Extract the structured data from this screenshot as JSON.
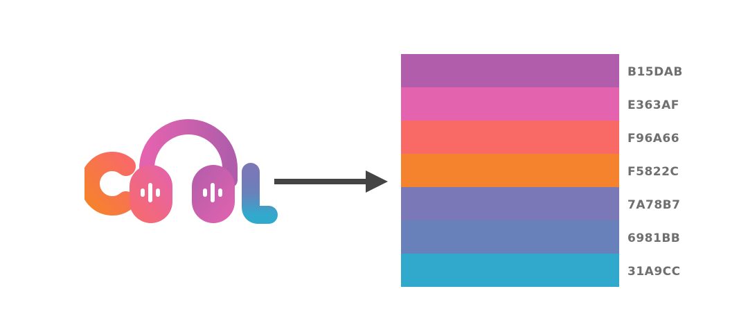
{
  "palette": {
    "swatches": [
      {
        "hex": "B15DAB",
        "color": "#B15DAB"
      },
      {
        "hex": "E363AF",
        "color": "#E363AF"
      },
      {
        "hex": "F96A66",
        "color": "#F96A66"
      },
      {
        "hex": "F5822C",
        "color": "#F5822C"
      },
      {
        "hex": "7A78B7",
        "color": "#7A78B7"
      },
      {
        "hex": "6981BB",
        "color": "#6981BB"
      },
      {
        "hex": "31A9CC",
        "color": "#31A9CC"
      }
    ]
  },
  "arrow": {
    "color": "#444444"
  }
}
